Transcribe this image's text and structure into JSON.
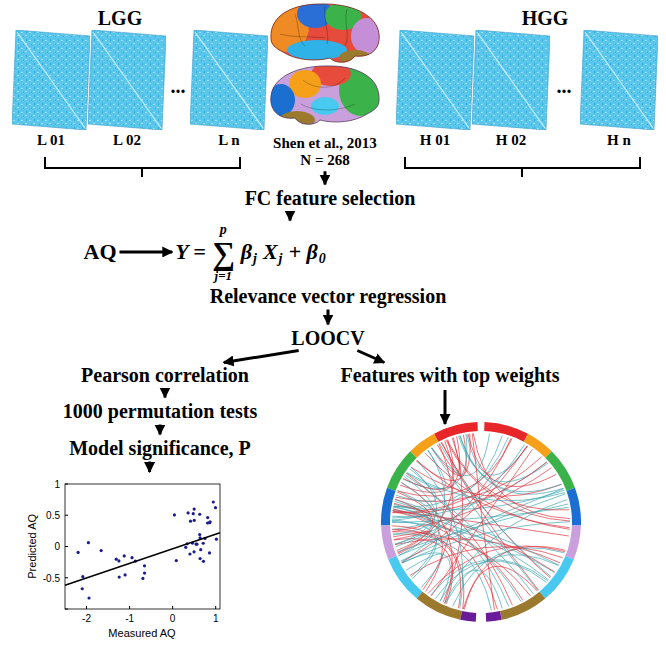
{
  "diagram": {
    "nodes": [
      {
        "text": [
          "L 01"
        ]
      },
      {
        "text": [
          "L 02"
        ]
      },
      {
        "text": [
          "L n"
        ]
      },
      {
        "text": [
          "Shen et al., 2013",
          "N = 268"
        ]
      },
      {
        "text": [
          "H 01"
        ]
      },
      {
        "text": [
          "H 02"
        ]
      },
      {
        "text": [
          "H n"
        ]
      },
      {
        "text": [
          "FC feature selection"
        ]
      },
      {
        "text": [
          "AQ"
        ]
      },
      {
        "text": [
          "Y =",
          "p",
          "∑",
          "j=1",
          "β",
          "j",
          "X",
          "j",
          "+ β",
          "0"
        ]
      },
      {
        "text": [
          "Relevance vector regression"
        ]
      },
      {
        "text": [
          "LOOCV"
        ]
      },
      {
        "text": [
          "Pearson correlation"
        ]
      },
      {
        "text": [
          "Features with top weights"
        ]
      },
      {
        "text": [
          "1000 permutation tests"
        ]
      },
      {
        "text": [
          "Model significance, P"
        ]
      },
      {
        "text": [
          "Predicted AQ",
          "Measured AQ"
        ]
      }
    ],
    "edges": [
      {
        "from": 3,
        "to": 7,
        "arrow": "to"
      },
      {
        "from": 7,
        "to": 9,
        "arrow": "to"
      },
      {
        "from": 8,
        "to": 9,
        "arrow": "to"
      },
      {
        "from": 10,
        "to": 11,
        "arrow": "to"
      },
      {
        "from": 11,
        "to": 12,
        "arrow": "to"
      },
      {
        "from": 11,
        "to": 13,
        "arrow": "to"
      },
      {
        "from": 12,
        "to": 14,
        "arrow": "to"
      },
      {
        "from": 14,
        "to": 15,
        "arrow": "to"
      },
      {
        "from": 15,
        "to": 16,
        "arrow": "to"
      }
    ],
    "labels": [
      "LGG",
      "HGG",
      "...",
      "...",
      "1",
      "0.5",
      "0",
      "-0.5",
      "-2",
      "-1",
      "0",
      "1"
    ]
  }
}
